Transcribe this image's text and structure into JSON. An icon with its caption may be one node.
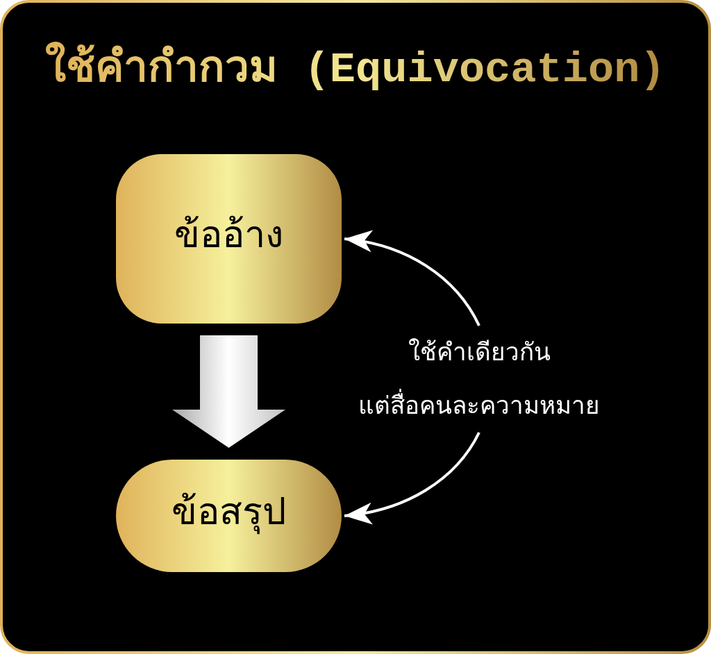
{
  "diagram": {
    "title": "ใช้คำกำกวม (Equivocation)",
    "nodes": [
      {
        "text": [
          "ข้ออ้าง"
        ]
      },
      {
        "text": [
          "ข้อสรุป"
        ]
      },
      {
        "text": [
          "ใช้คำเดียวกัน แต่สื่อคนละความหมาย"
        ]
      }
    ],
    "edges": [
      {
        "from": 0,
        "to": 1,
        "arrow": "to",
        "style": "thick"
      },
      {
        "from": 2,
        "to": 0,
        "arrow": "to"
      },
      {
        "from": 2,
        "to": 1,
        "arrow": "to"
      }
    ]
  }
}
